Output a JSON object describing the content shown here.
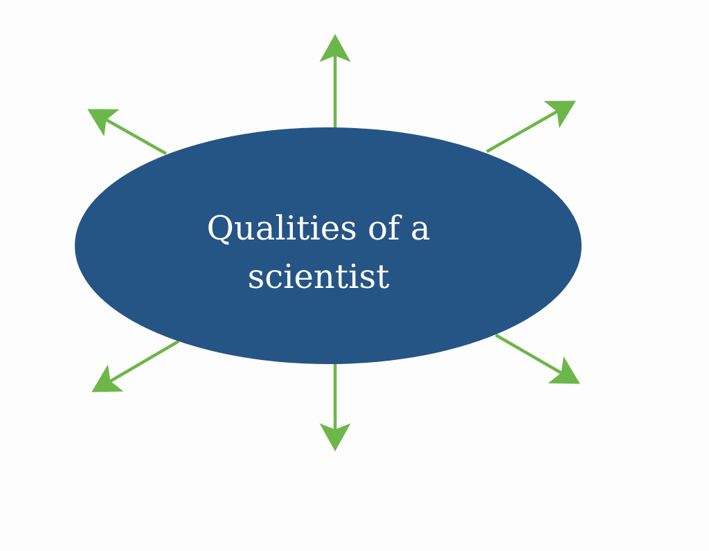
{
  "diagram": {
    "type": "spider-map",
    "center": {
      "text_line1": "Qualities of a",
      "text_line2": "scientist",
      "fill": "#255584",
      "text_color": "#ffffff"
    },
    "arrow_color": "#6db64a",
    "arrows": [
      {
        "id": "up",
        "direction": "up"
      },
      {
        "id": "up-left",
        "direction": "up-left"
      },
      {
        "id": "up-right",
        "direction": "up-right"
      },
      {
        "id": "down-left",
        "direction": "down-left"
      },
      {
        "id": "down",
        "direction": "down"
      },
      {
        "id": "down-right",
        "direction": "down-right"
      }
    ]
  }
}
